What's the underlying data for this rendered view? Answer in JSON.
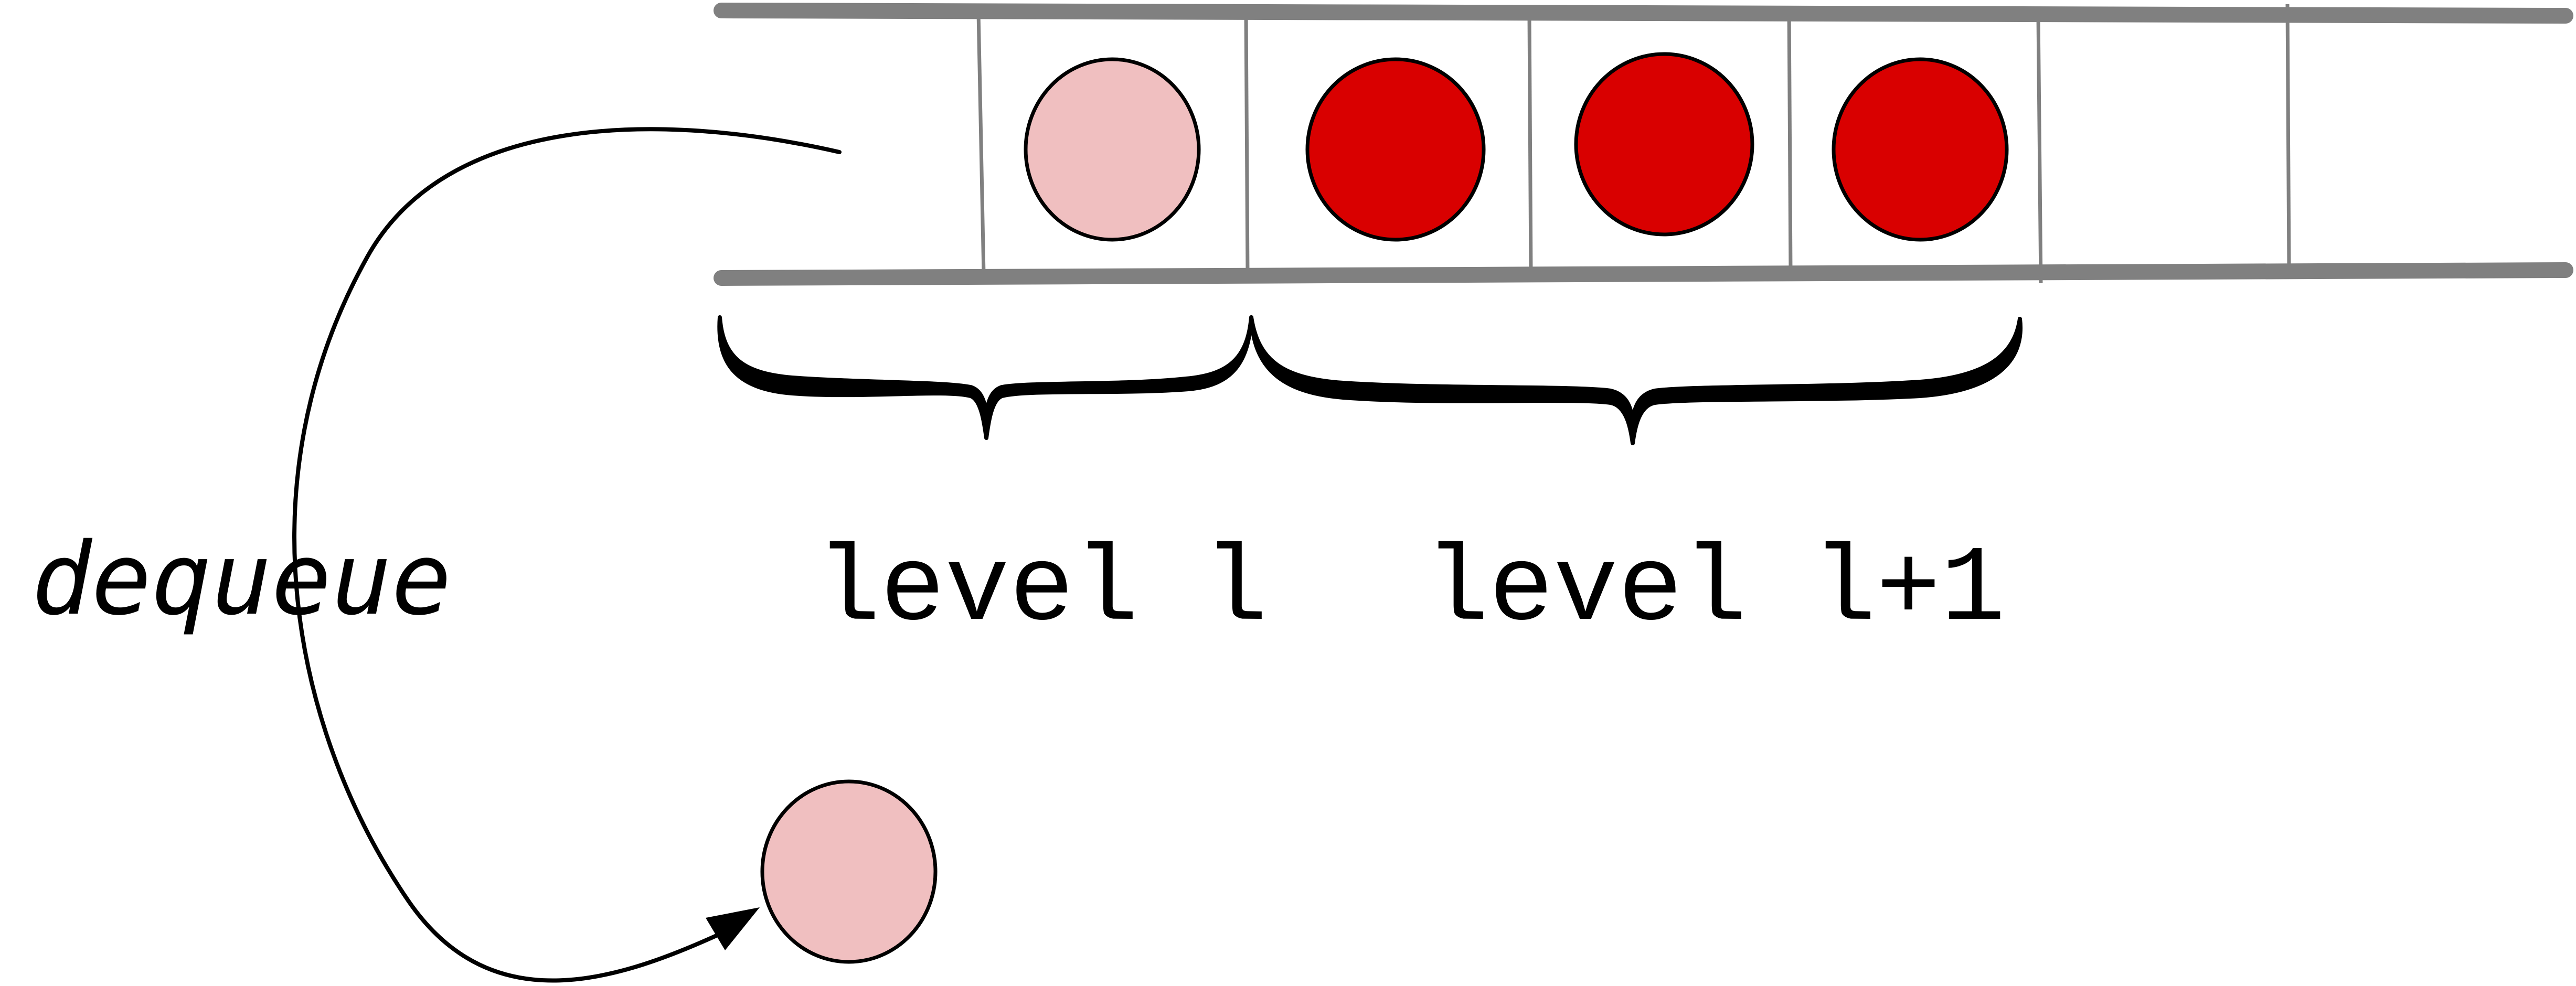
{
  "diagram": {
    "operation_label": "dequeue",
    "group_labels": [
      "level l",
      "level l+1"
    ]
  },
  "colors": {
    "visited_node": "#f0bfc0",
    "queued_node": "#d90000",
    "queue_rail": "#808080",
    "outline": "#000000"
  },
  "queue": {
    "slots": [
      "visited",
      "queued",
      "queued",
      "queued",
      "empty"
    ]
  },
  "dequeued_node": {
    "state": "visited"
  }
}
